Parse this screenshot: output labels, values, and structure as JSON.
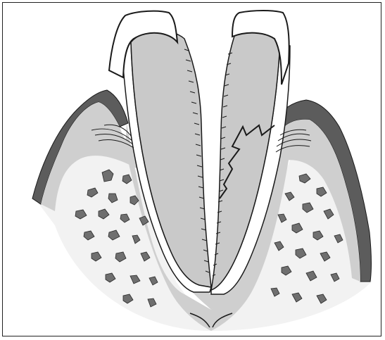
{
  "figure": {
    "type": "illustration",
    "colors": {
      "background": "#ffffff",
      "outline": "#1a1a1a",
      "root_dentin": "#c9c9c9",
      "gingiva": "#cfcfcf",
      "bone": "#f2f2f2",
      "bone_pores": "#6f6f6f",
      "epithelium": "#5c5c5c",
      "enamel": "#ffffff"
    },
    "elements": [
      "left-tooth",
      "right-tooth",
      "left-gingiva",
      "right-gingiva",
      "alveolar-bone",
      "crack-line"
    ]
  }
}
